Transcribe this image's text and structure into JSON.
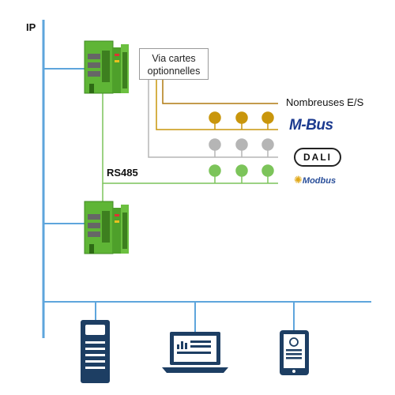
{
  "labels": {
    "ip": "IP",
    "rs485": "RS485",
    "optional_cards_line1": "Via cartes",
    "optional_cards_line2": "optionnelles",
    "many_io": "Nombreuses E/S",
    "mbus": "M-Bus",
    "dali": "DALI",
    "modbus": "Modbus"
  },
  "colors": {
    "ip_bus": "#5ea5dc",
    "rs485_bus": "#7cc45a",
    "mbus": "#c9960c",
    "dali": "#b5b5b5",
    "io": "#b07a10",
    "controller": "#5fb536"
  },
  "icons": [
    "controller-icon",
    "server-icon",
    "laptop-icon",
    "tablet-icon",
    "mbus-logo",
    "dali-logo",
    "modbus-logo"
  ]
}
